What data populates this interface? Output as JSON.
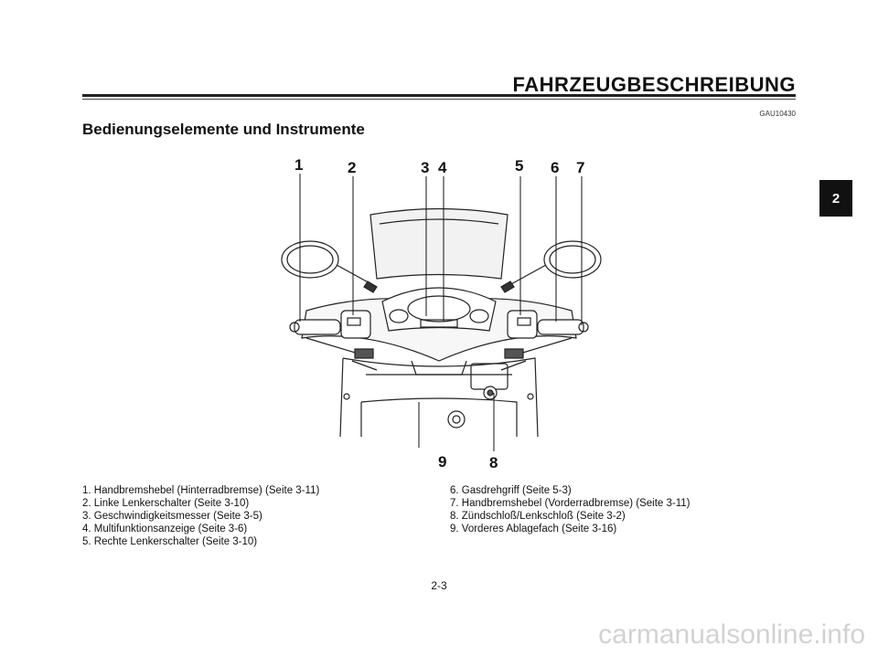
{
  "header": {
    "chapter_title": "FAHRZEUGBESCHREIBUNG",
    "code": "GAU10430"
  },
  "section": {
    "title": "Bedienungselemente und Instrumente"
  },
  "chapter_tab": "2",
  "figure": {
    "callouts": [
      "1",
      "2",
      "3",
      "4",
      "5",
      "6",
      "7",
      "8",
      "9"
    ]
  },
  "legend": {
    "left": [
      "1. Handbremshebel (Hinterradbremse) (Seite 3-11)",
      "2. Linke Lenkerschalter (Seite 3-10)",
      "3. Geschwindigkeitsmesser (Seite 3-5)",
      "4. Multifunktionsanzeige (Seite 3-6)",
      "5. Rechte Lenkerschalter (Seite 3-10)"
    ],
    "right": [
      "6. Gasdrehgriff (Seite 5-3)",
      "7. Handbremshebel (Vorderradbremse) (Seite 3-11)",
      "8. Zündschloß/Lenkschloß (Seite 3-2)",
      "9. Vorderes Ablagefach (Seite 3-16)"
    ]
  },
  "page_number": "2-3",
  "watermark": "carmanualsonline.info"
}
